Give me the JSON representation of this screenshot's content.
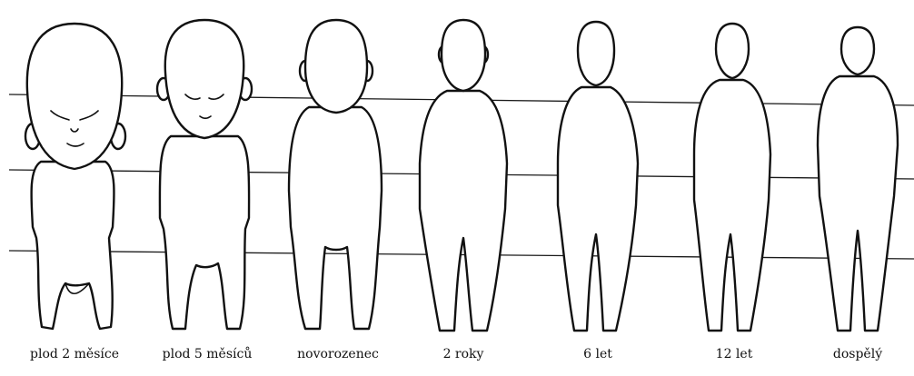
{
  "figures": [
    {
      "id": "fetus-2-months",
      "label": "plod 2 měsíce",
      "age": "2 months gestation"
    },
    {
      "id": "fetus-5-months",
      "label": "plod 5 měsíců",
      "age": "5 months gestation"
    },
    {
      "id": "newborn",
      "label": "novorozenec",
      "age": "newborn"
    },
    {
      "id": "age-2",
      "label": "2 roky",
      "age": "2 years"
    },
    {
      "id": "age-6",
      "label": "6 let",
      "age": "6 years"
    },
    {
      "id": "age-12",
      "label": "12 let",
      "age": "12 years"
    },
    {
      "id": "adult",
      "label": "dospělý",
      "age": "adult"
    }
  ],
  "colors": {
    "ink": "#111111",
    "paper": "#ffffff"
  }
}
